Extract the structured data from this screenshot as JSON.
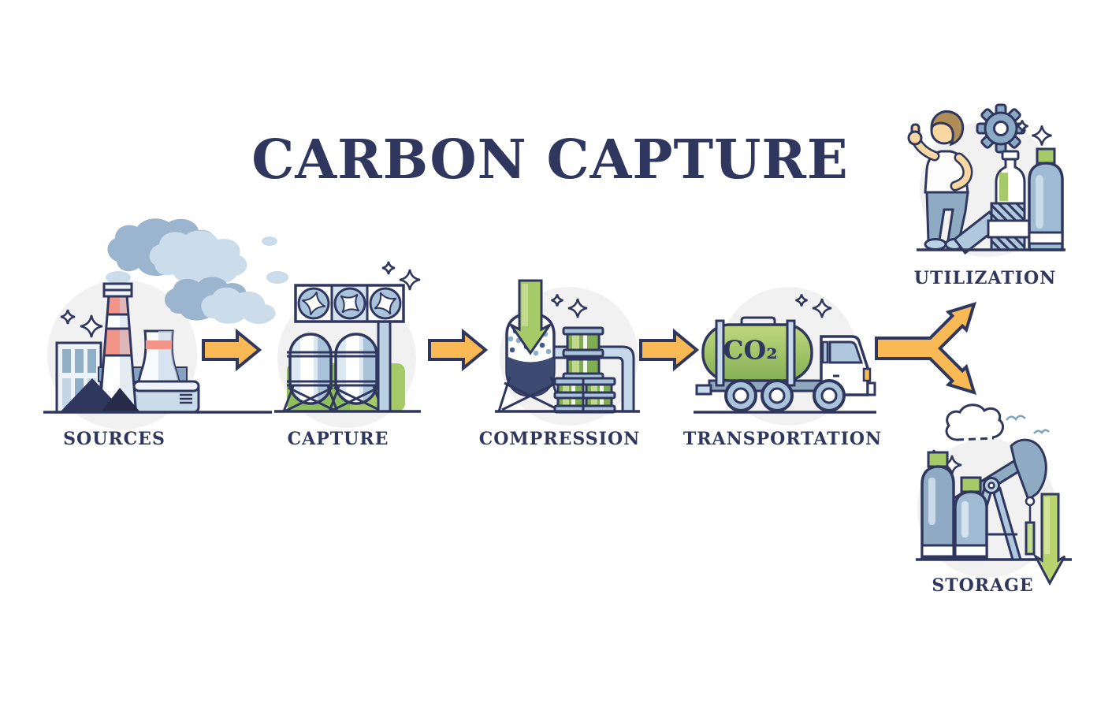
{
  "title": "CARBON CAPTURE",
  "stages": {
    "sources": {
      "label": "SOURCES"
    },
    "capture": {
      "label": "CAPTURE"
    },
    "compression": {
      "label": "COMPRESSION"
    },
    "transportation": {
      "label": "TRANSPORTATION",
      "tank_text": "CO₂"
    },
    "utilization": {
      "label": "UTILIZATION"
    },
    "storage": {
      "label": "STORAGE"
    }
  },
  "flow": {
    "sequence": [
      "SOURCES",
      "CAPTURE",
      "COMPRESSION",
      "TRANSPORTATION"
    ],
    "branches_from_transportation": [
      "UTILIZATION",
      "STORAGE"
    ]
  },
  "colors": {
    "navy_outline": "#30375F",
    "arrow_yellow": "#F9BA55",
    "green_dark": "#7FAE52",
    "green_mid": "#A5CA67",
    "green_light": "#C2DA8E",
    "blue_gray": "#8FABC4",
    "light_blue": "#C9DAE8",
    "smoke_dark": "#9BB5CE",
    "smoke_light": "#CBDDEA",
    "coral": "#F29488",
    "skin": "#F8D8A0",
    "hair": "#B08D57",
    "circle_bg": "#F1F1F1"
  }
}
